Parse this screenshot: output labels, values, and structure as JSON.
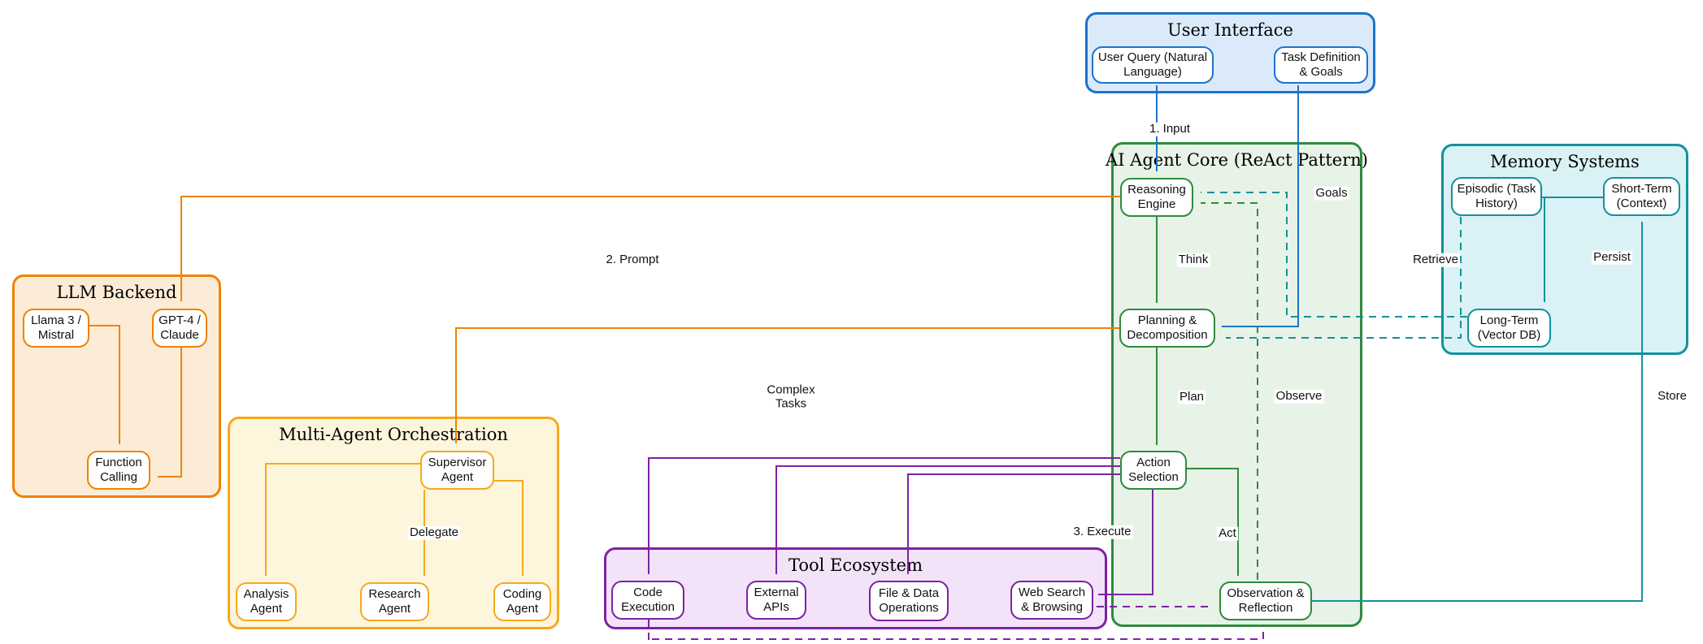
{
  "diagram": {
    "clusters": {
      "user_interface": {
        "title": "User Interface"
      },
      "ai_core": {
        "title": "AI Agent Core (ReAct Pattern)"
      },
      "memory": {
        "title": "Memory Systems"
      },
      "llm": {
        "title": "LLM Backend"
      },
      "orchestration": {
        "title": "Multi-Agent Orchestration"
      },
      "tools": {
        "title": "Tool Ecosystem"
      }
    },
    "nodes": {
      "user_query": "User Query (Natural Language)",
      "task_definition": "Task Definition & Goals",
      "reasoning_engine": "Reasoning Engine",
      "planning": "Planning & Decomposition",
      "action_selection": "Action Selection",
      "observation": "Observation & Reflection",
      "episodic": "Episodic (Task History)",
      "short_term": "Short-Term (Context)",
      "long_term": "Long-Term (Vector DB)",
      "llama": "Llama 3 / Mistral",
      "gpt4": "GPT-4 / Claude",
      "function_calling": "Function Calling",
      "supervisor": "Supervisor Agent",
      "analysis": "Analysis Agent",
      "research": "Research Agent",
      "coding": "Coding Agent",
      "code_execution": "Code Execution",
      "external_apis": "External APIs",
      "file_data": "File & Data Operations",
      "web_search": "Web Search & Browsing"
    },
    "edge_labels": {
      "input": "1. Input",
      "goals": "Goals",
      "prompt": "2. Prompt",
      "think": "Think",
      "retrieve": "Retrieve",
      "persist": "Persist",
      "complex_tasks": "Complex Tasks",
      "plan": "Plan",
      "observe": "Observe",
      "delegate": "Delegate",
      "execute": "3. Execute",
      "act": "Act",
      "store": "Store"
    },
    "colors": {
      "blue": {
        "line": "#1d73c9",
        "fill": "#dbeafb"
      },
      "green": {
        "line": "#2f8b3d",
        "fill": "#e7f3e6"
      },
      "teal": {
        "line": "#12919e",
        "fill": "#daf2f5"
      },
      "orange": {
        "line": "#f08200",
        "fill": "#fcecd7"
      },
      "amber": {
        "line": "#f6a81b",
        "fill": "#fdf6dc"
      },
      "purple": {
        "line": "#7e22a3",
        "fill": "#f2e3f8"
      }
    }
  }
}
